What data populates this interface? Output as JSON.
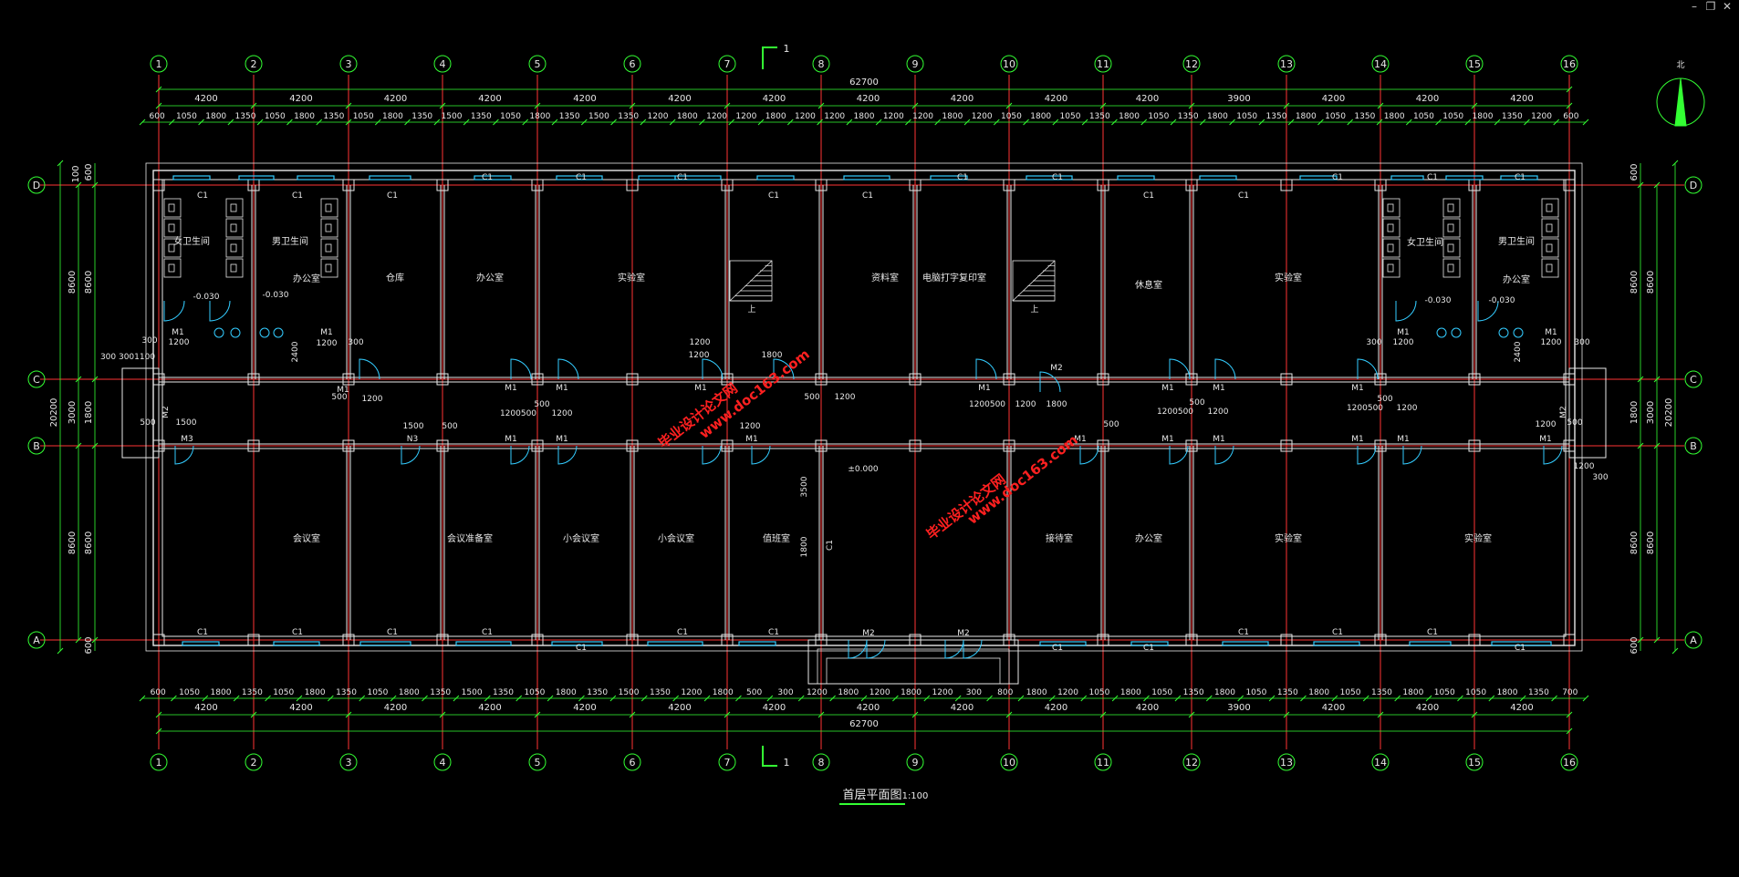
{
  "window": {
    "minimize": "–",
    "restore": "❐",
    "close": "✕"
  },
  "north_arrow": {
    "label": "北"
  },
  "grid": {
    "cols": [
      "1",
      "2",
      "3",
      "4",
      "5",
      "6",
      "7",
      "8",
      "9",
      "10",
      "11",
      "12",
      "13",
      "14",
      "15",
      "16"
    ],
    "rows": [
      "D",
      "C",
      "B",
      "A"
    ]
  },
  "dims": {
    "overall": "62700",
    "bays_top": [
      "4200",
      "4200",
      "4200",
      "4200",
      "4200",
      "4200",
      "4200",
      "4200",
      "4200",
      "4200",
      "4200",
      "3900",
      "4200",
      "4200",
      "4200",
      "4200"
    ],
    "bays_bottom": [
      "4200",
      "4200",
      "4200",
      "4200",
      "4200",
      "4200",
      "4200",
      "4200",
      "4200",
      "4200",
      "4200",
      "3900",
      "4200",
      "4200",
      "4200",
      "4200"
    ],
    "detail_top": "600 1050 1800 1350 1050 1800 1350 1050 1800 1350 1500 1350 1050 1800 1350 1500 1350 1200 1800 1200 1200 1800 1200 1200 1800 1200 1200 1800 1200 1050 1800 1050 1350 1800 1050 1350 1800 1050 1350 1800 1050 1350 1800 1050 1050 1800 1350 1200 600",
    "detail_bottom": "600 1050 1800 1350 1050 1800 1350 1050 1800 1350 1500 1350 1050 1800 1350 1500 1350 1200 1800 500 300 1200 1800 1200 1800 1200 300 800 1800 1200 1050 1800 1050 1350 1800 1050 1350 1800 1050 1350 1800 1050 1050 1800 1350 700",
    "left_overall": "20200",
    "left_bays": [
      "8600",
      "3000",
      "8600"
    ],
    "left_small_top": "600",
    "left_small_bottom": "600",
    "left_small_mid": "100",
    "left_corr": "1800",
    "right_overall": "20200",
    "right_bays": [
      "8600",
      "3000",
      "8600"
    ],
    "right_small_top": "600",
    "right_small_bottom": "600",
    "right_corr": "1800"
  },
  "section_marks": {
    "top": "1",
    "bottom": "1"
  },
  "rooms": {
    "women_wc_left": "女卫生间",
    "men_wc_left": "男卫生间",
    "office_left_a": "办公室",
    "warehouse": "仓库",
    "office_n1": "办公室",
    "lab_n1": "实验室",
    "archive": "资料室",
    "print_room": "电脑打字复印室",
    "lounge": "休息室",
    "lab_n2": "实验室",
    "women_wc_right": "女卫生间",
    "men_wc_right": "男卫生间",
    "office_right": "办公室",
    "meeting": "会议室",
    "meeting_prep": "会议准备室",
    "small_meeting_1": "小会议室",
    "small_meeting_2": "小会议室",
    "duty_room": "值班室",
    "reception": "接待室",
    "office_s1": "办公室",
    "lab_s1": "实验室",
    "lab_s2": "实验室"
  },
  "labels": {
    "c1": "C1",
    "m1": "M1",
    "m2": "M2",
    "m3": "M3",
    "n3": "N3",
    "level_wc": "-0.030",
    "level_main": "±0.000",
    "stair_up": "上",
    "dim_1200": "1200",
    "dim_500": "500",
    "dim_300": "300",
    "dim_1500": "1500",
    "dim_1800": "1800",
    "dim_2400": "2400",
    "dim_3500": "3500",
    "dim_1200500": "1200500",
    "dim_1200500b": "1200500",
    "dim_300300": "300 3001100"
  },
  "title": {
    "text": "首层平面图",
    "scale": "1:100"
  },
  "watermark": {
    "line1": "毕业设计论文网",
    "line2": "www.doc163.com"
  },
  "colors": {
    "grid": "#ff3333",
    "wall": "#e8e8e8",
    "dim": "#33ff33",
    "text": "#e8e8e8",
    "window": "#33ccff",
    "watermark": "#ff2020"
  }
}
